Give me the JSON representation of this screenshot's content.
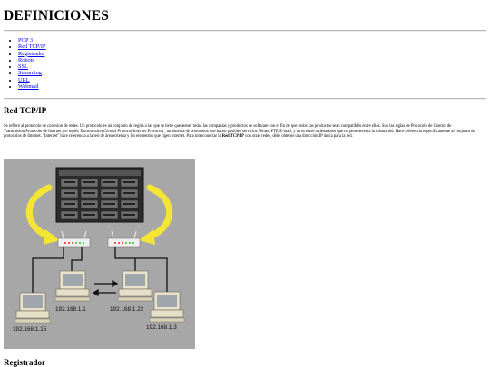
{
  "page": {
    "title": "DEFINICIONES"
  },
  "toc": [
    "POP 3",
    "Red TCP/IP",
    "Registrador",
    "Robots",
    "SSL",
    "Streaming",
    "URL",
    "Webmail"
  ],
  "section_red": {
    "heading": "Red TCP/IP",
    "p1": "Se refiere al protocolo de conexion de redes. Un protocolo es un conjunto de reglas a las que se tiene que atener todas las compañias y productos de software con el fin de que todos sus productos sean compatibles entre ellos. Son las siglas de Protocolo de Control de Transmisión/Protocolo de Internet ",
    "p1_italic": "(en inglés Transmission Control Protocol/Internet Protocol)",
    "p2": " , un sistema de protocolos que hacen posibles servicios Telnet, FTP, E-mail, y otros entre ordenadores que no pertenecen a la misma red. Hace referencia especificamente al conjunto de protocolos de Internet. \"Internet\" hace referencia a la red de área extensa y los elementos que rigen Internet. Para interconectar la ",
    "p2_bold": "Red TCP/IP",
    "p3": " con otras redes, debe obtener una dirección IP única para la red."
  },
  "figure": {
    "ip_labels": [
      "192.168.1.1",
      "192.168.1.22",
      "192.168.1.15",
      "192.168.1.3"
    ],
    "colors": {
      "background": "#a7a7a7",
      "arrow": "#f4e534",
      "cable": "#111111"
    }
  },
  "section_reg": {
    "heading": "Registrador"
  }
}
